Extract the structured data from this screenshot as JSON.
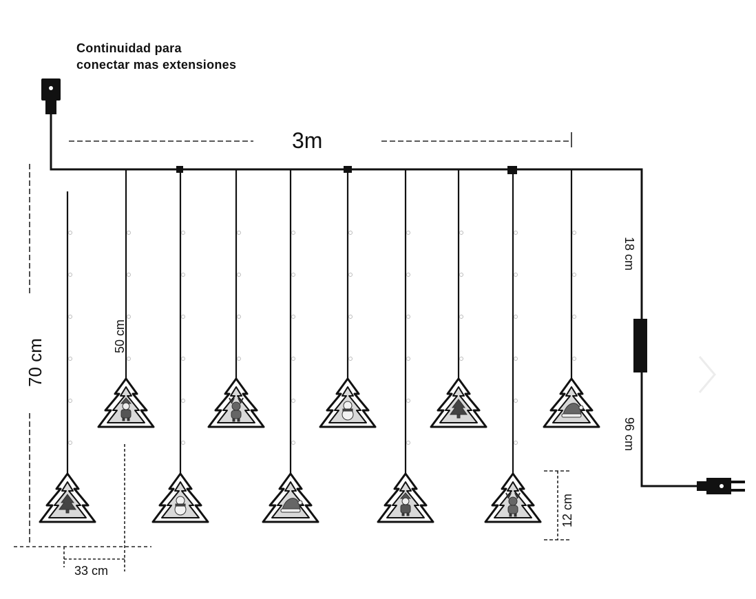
{
  "note": {
    "line1": "Continuidad para",
    "line2": "conectar mas extensiones"
  },
  "dimensions": {
    "total_width": "3m",
    "total_height": "70 cm",
    "strand": "50 cm",
    "spacing": "33 cm",
    "ornament": "12 cm",
    "lead_top": "18 cm",
    "lead_bottom": "96 cm"
  },
  "ornaments": [
    {
      "motif": "tree-icon",
      "row": "low"
    },
    {
      "motif": "santa-icon",
      "row": "high"
    },
    {
      "motif": "snowman-icon",
      "row": "low"
    },
    {
      "motif": "reindeer-icon",
      "row": "high"
    },
    {
      "motif": "santa-hat-icon",
      "row": "low"
    },
    {
      "motif": "snowman-icon",
      "row": "high"
    },
    {
      "motif": "santa-icon",
      "row": "low"
    },
    {
      "motif": "tree-icon",
      "row": "high"
    },
    {
      "motif": "reindeer-icon",
      "row": "low"
    },
    {
      "motif": "santa-hat-icon",
      "row": "high"
    }
  ],
  "colors": {
    "line": "#111111",
    "glow": "#d9d9d9"
  }
}
